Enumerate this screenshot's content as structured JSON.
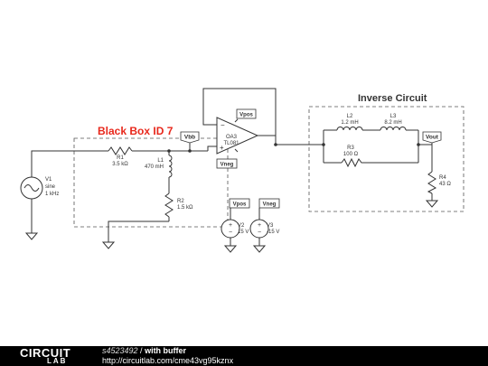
{
  "labels": {
    "black_box": "Black Box ID 7",
    "inverse": "Inverse Circuit"
  },
  "colors": {
    "black_box_title": "#e8281c",
    "wire": "#333333",
    "dashed_border": "#555555"
  },
  "components": {
    "v1": {
      "name": "V1",
      "type": "sine",
      "freq": "1 kHz"
    },
    "r1": {
      "name": "R1",
      "value": "3.5 kΩ"
    },
    "l1": {
      "name": "L1",
      "value": "470 mH"
    },
    "r2": {
      "name": "R2",
      "value": "1.5 kΩ"
    },
    "oa3": {
      "name": "OA3",
      "part": "TL081"
    },
    "v2": {
      "name": "V2",
      "value": "15 V"
    },
    "v3": {
      "name": "V3",
      "value": "-15 V"
    },
    "l2": {
      "name": "L2",
      "value": "1.2 mH"
    },
    "l3": {
      "name": "L3",
      "value": "8.2 mH"
    },
    "r3": {
      "name": "R3",
      "value": "100 Ω"
    },
    "r4": {
      "name": "R4",
      "value": "43 Ω"
    }
  },
  "net_labels": {
    "vbb": "Vbb",
    "vpos": "Vpos",
    "vneg": "Vneg",
    "vout": "Vout"
  },
  "opamp_signs": {
    "minus": "−",
    "plus": "+"
  },
  "footer": {
    "logo_top": "CIRCUIT",
    "logo_bottom": "LAB",
    "circuit_id": "s4523492",
    "separator": " / ",
    "title": "with buffer",
    "url": "http://circuitlab.com/cme43vg95kznx"
  }
}
